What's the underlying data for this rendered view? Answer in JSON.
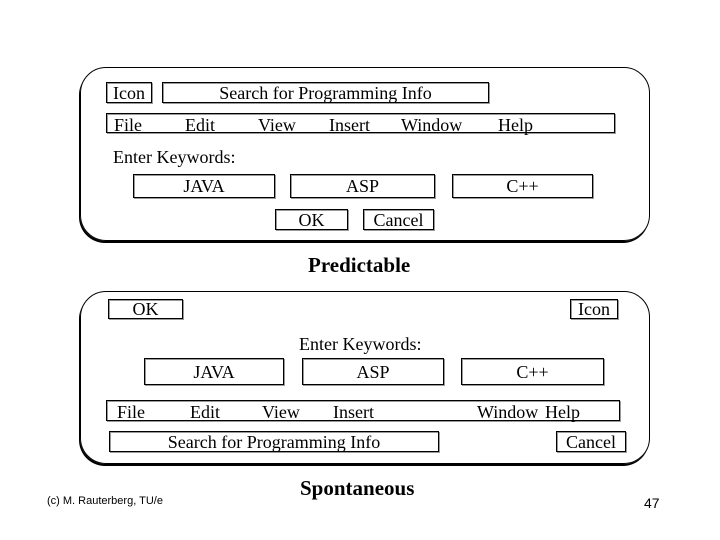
{
  "predictable": {
    "icon": "Icon",
    "search": "Search for Programming Info",
    "menu": [
      "File",
      "Edit",
      "View",
      "Insert",
      "Window",
      "Help"
    ],
    "enter_keywords": "Enter Keywords:",
    "keywords": [
      "JAVA",
      "ASP",
      "C++"
    ],
    "ok": "OK",
    "cancel": "Cancel",
    "caption": "Predictable"
  },
  "spontaneous": {
    "ok": "OK",
    "icon": "Icon",
    "enter_keywords": "Enter Keywords:",
    "keywords": [
      "JAVA",
      "ASP",
      "C++"
    ],
    "menu": [
      "File",
      "Edit",
      "View",
      "Insert",
      "Window",
      "Help"
    ],
    "search": "Search for Programming Info",
    "cancel": "Cancel",
    "caption": "Spontaneous"
  },
  "footer": {
    "credit": "(c) M. Rauterberg, TU/e",
    "page_number": "47"
  }
}
